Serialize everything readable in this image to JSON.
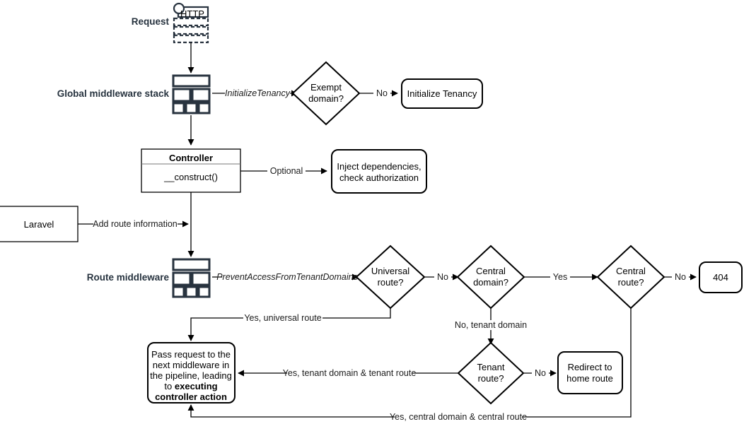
{
  "diagram": {
    "title": "Laravel multi-tenancy request lifecycle flowchart",
    "background": "#ffffff",
    "accent_dark": "#28333f",
    "line_color": "#000000"
  },
  "lanes": [
    {
      "key": "request",
      "label": "Request"
    },
    {
      "key": "global_middleware",
      "label": "Global middleware stack"
    },
    {
      "key": "route_middleware",
      "label": "Route middleware"
    }
  ],
  "nodes": {
    "http_request": {
      "icon": "http-request-icon",
      "label": "HTTP"
    },
    "global_stack": {
      "icon": "middleware-stack-icon"
    },
    "exempt_domain": {
      "label_line1": "Exempt",
      "label_line2": "domain?"
    },
    "initialize_tenancy": {
      "label": "Initialize Tenancy"
    },
    "controller": {
      "title": "Controller",
      "method": "__construct()"
    },
    "inject_dependencies": {
      "label_line1": "Inject dependencies,",
      "label_line2": "check authorization"
    },
    "laravel": {
      "label": "Laravel"
    },
    "route_stack": {
      "icon": "middleware-stack-icon"
    },
    "universal_route": {
      "label_line1": "Universal",
      "label_line2": "route?"
    },
    "central_domain": {
      "label_line1": "Central",
      "label_line2": "domain?"
    },
    "central_route": {
      "label_line1": "Central",
      "label_line2": "route?"
    },
    "not_found": {
      "label": "404"
    },
    "tenant_route": {
      "label_line1": "Tenant",
      "label_line2": "route?"
    },
    "redirect_home": {
      "label_line1": "Redirect to",
      "label_line2": "home route"
    },
    "pass_request": {
      "line1": "Pass request to the",
      "line2": "next middleware in",
      "line3": "the pipeline, leading",
      "line4": "to ",
      "line4_bold": "executing",
      "line5_bold": "controller action"
    }
  },
  "edges": {
    "initialize_tenancy_mw": "InitializeTenancy",
    "exempt_no": "No",
    "controller_optional": "Optional",
    "laravel_add_route": "Add route information",
    "prevent_access_mw": "PreventAccessFromTenantDomains",
    "universal_no": "No",
    "central_domain_yes": "Yes",
    "central_route_no": "No",
    "universal_yes": "Yes, universal route",
    "central_domain_no": "No, tenant domain",
    "tenant_route_no": "No",
    "tenant_route_yes": "Yes, tenant domain & tenant route",
    "central_route_yes": "Yes, central domain & central route"
  }
}
